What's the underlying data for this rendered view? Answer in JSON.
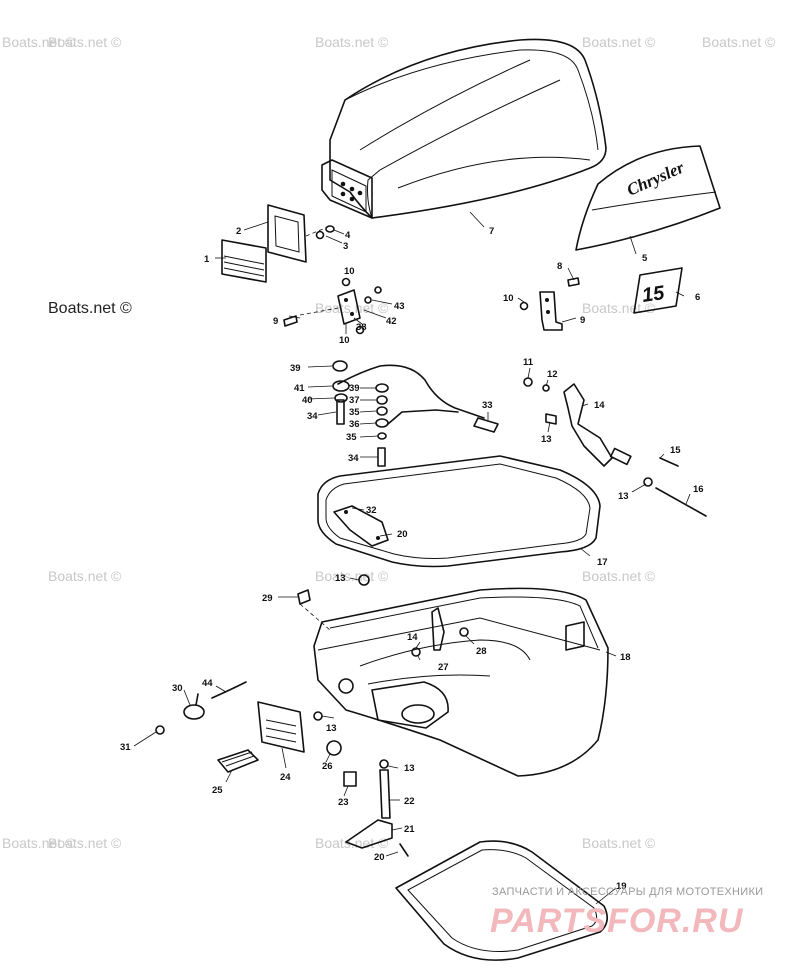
{
  "watermarks": [
    "Boats.net ©",
    "Boats.net ©",
    "Boats.net ©",
    "Boats.net ©",
    "Boats.net ©",
    "Boats.net ©",
    "Boats.net ©",
    "Boats.net ©",
    "Boats.net ©",
    "Boats.net ©",
    "Boats.net ©",
    "Boats.net ©",
    "Boats.net ©",
    "Boats.net ©",
    "Boats.net ©"
  ],
  "decal_brand": "Chrysler",
  "decal_hp": "15",
  "footer": {
    "tagline": "ЗАПЧАСТИ И АКСЕССУАРЫ ДЛЯ МОТОТЕХНИКИ",
    "logo": "PARTSFOR.RU"
  },
  "callouts": [
    "1",
    "2",
    "3",
    "4",
    "7",
    "5",
    "6",
    "8",
    "10",
    "9",
    "10",
    "43",
    "42",
    "38",
    "9",
    "10",
    "39",
    "41",
    "39",
    "37",
    "40",
    "35",
    "34",
    "36",
    "33",
    "35",
    "34",
    "11",
    "12",
    "14",
    "13",
    "15",
    "13",
    "16",
    "32",
    "20",
    "17",
    "13",
    "29",
    "18",
    "14",
    "28",
    "27",
    "30",
    "44",
    "31",
    "13",
    "24",
    "26",
    "13",
    "25",
    "23",
    "22",
    "21",
    "20",
    "19"
  ]
}
